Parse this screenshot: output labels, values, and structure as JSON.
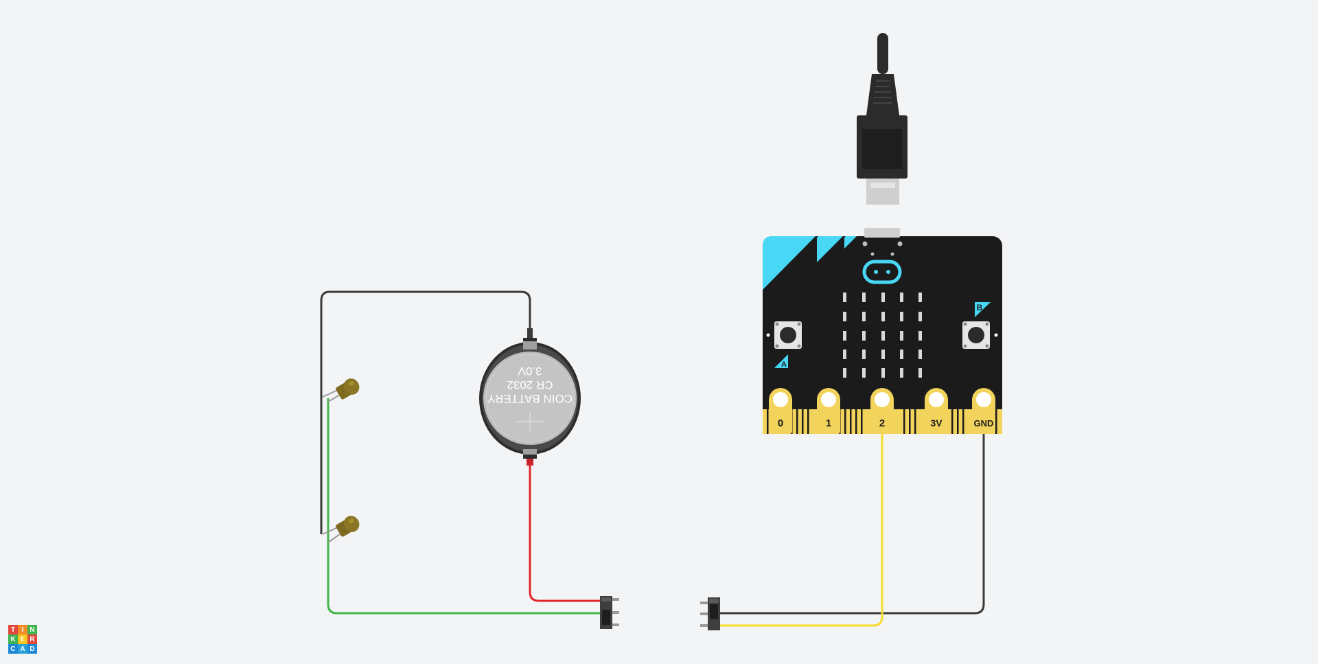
{
  "app": {
    "logo_letters": [
      "T",
      "I",
      "N",
      "K",
      "E",
      "R",
      "C",
      "A",
      "D"
    ],
    "logo_colors": [
      "#e2473c",
      "#f28c28",
      "#3fb34f",
      "#3fb34f",
      "#f5c518",
      "#e2473c",
      "#1e88d8",
      "#2a9fd8",
      "#1e88d8"
    ]
  },
  "battery": {
    "label_line1": "COIN BATTERY",
    "label_line2": "CR 2032",
    "label_line3": "3.0V",
    "plus_symbol": "+"
  },
  "microbit": {
    "button_a": "A",
    "button_b": "B",
    "pins": [
      "0",
      "1",
      "2",
      "3V",
      "GND"
    ],
    "accent": "#48d7f5",
    "board_color": "#1b1b1b",
    "edge_color": "#f2d35c"
  },
  "wires": {
    "black": "#3a3a3a",
    "red": "#e0262a",
    "green": "#43b54a",
    "yellow": "#f7dc2a"
  },
  "components": {
    "led_color": "#8a7524"
  }
}
